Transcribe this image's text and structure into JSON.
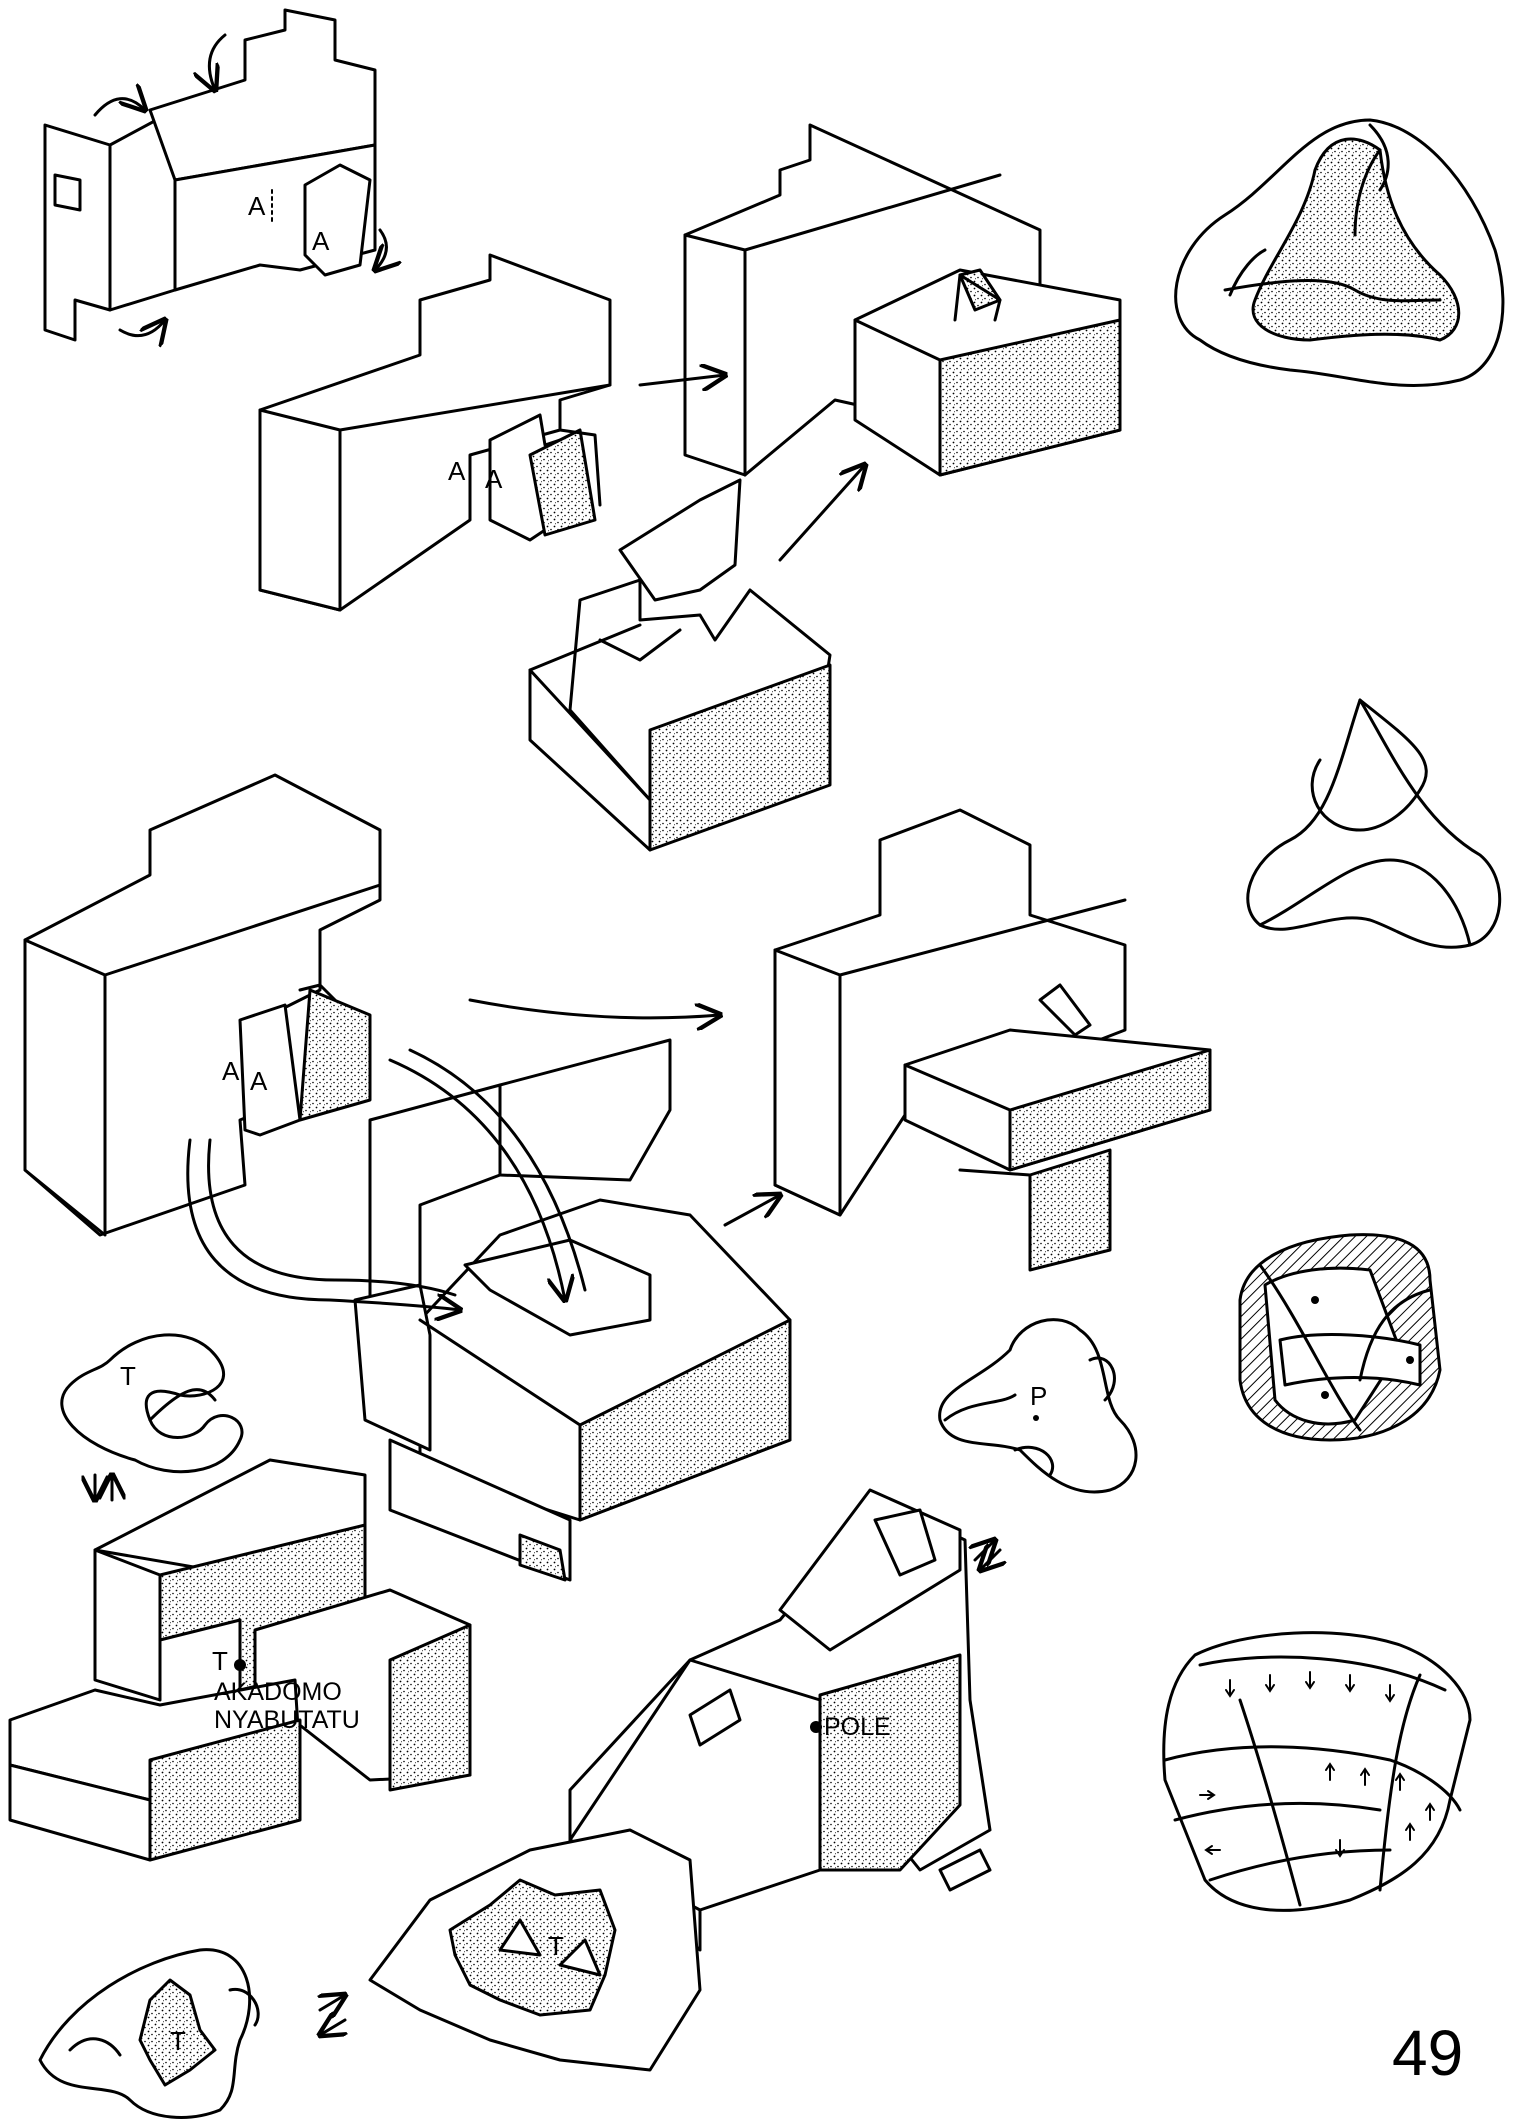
{
  "page_number": "49",
  "labels": {
    "a_small_1": "A",
    "a_small_2": "A",
    "a_mid_1": "A",
    "a_mid_2": "A",
    "a_lower_1": "A",
    "a_lower_2": "A",
    "t_knot": "T",
    "t_block": "T",
    "akadomo": "AKADOMO",
    "nyabutatu": "NYABUTATU",
    "pole": "POLE",
    "p_knot": "P",
    "t_star_1": "T",
    "t_star_2": "T"
  },
  "colors": {
    "ink": "#000000",
    "paper": "#ffffff"
  }
}
